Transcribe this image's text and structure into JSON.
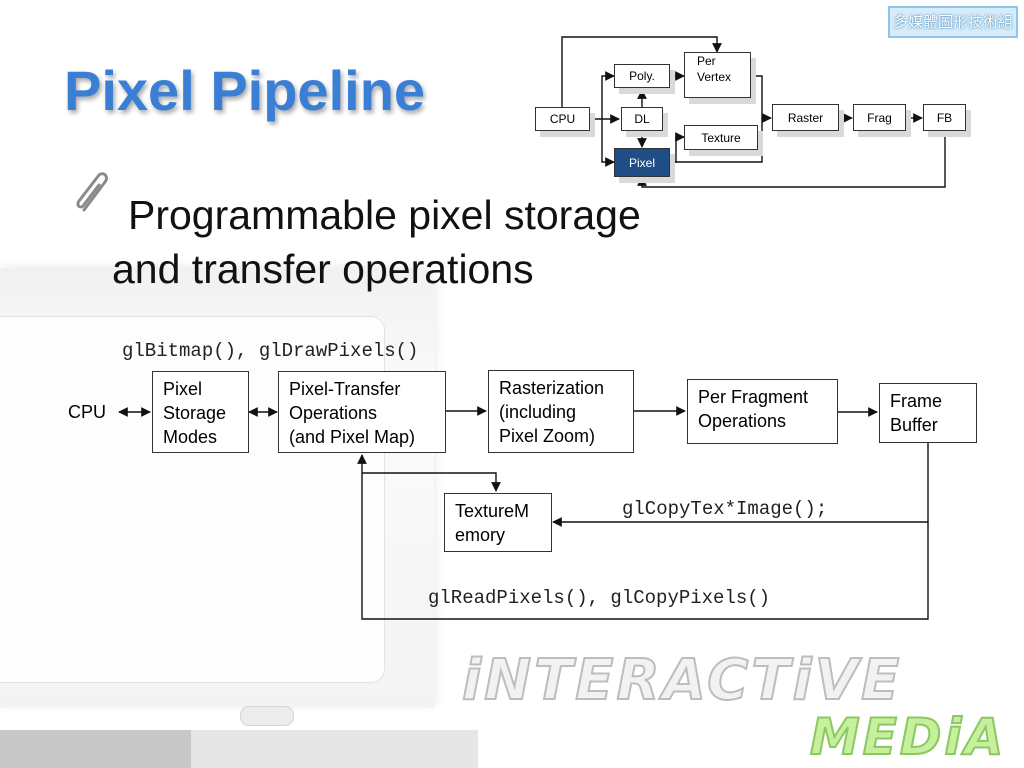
{
  "title": "Pixel Pipeline",
  "badge": "多媒體圖形技術組",
  "bullet": {
    "icon": "paperclip-icon",
    "line1": "Programmable pixel storage",
    "line2": "and transfer operations"
  },
  "mini_pipeline": {
    "nodes": {
      "cpu": "CPU",
      "dl": "DL",
      "poly": "Poly.",
      "per_vertex_1": "Per",
      "per_vertex_2": "Vertex",
      "texture": "Texture",
      "raster": "Raster",
      "frag": "Frag",
      "fb": "FB",
      "pixel": "Pixel"
    },
    "highlight_color": "#1f4e87"
  },
  "main_diagram": {
    "cpu": "CPU",
    "storage": [
      "Pixel",
      "Storage",
      "Modes"
    ],
    "transfer": [
      "Pixel-Transfer",
      "Operations",
      "(and Pixel Map)"
    ],
    "raster": [
      "Rasterization",
      "(including",
      "Pixel Zoom)"
    ],
    "frag": [
      "Per Fragment",
      "Operations"
    ],
    "framebuffer": [
      "Frame",
      "Buffer"
    ],
    "texmem": [
      "TextureM",
      "emory"
    ],
    "call_draw": "glBitmap(), glDrawPixels()",
    "call_copytex": "glCopyTex*Image();",
    "call_read": "glReadPixels(), glCopyPixels()"
  },
  "branding": {
    "interactive": "iNTERACTiVE",
    "media": "MEDiA"
  },
  "colors": {
    "title": "#3a7fd5",
    "media": "#8cc860"
  }
}
